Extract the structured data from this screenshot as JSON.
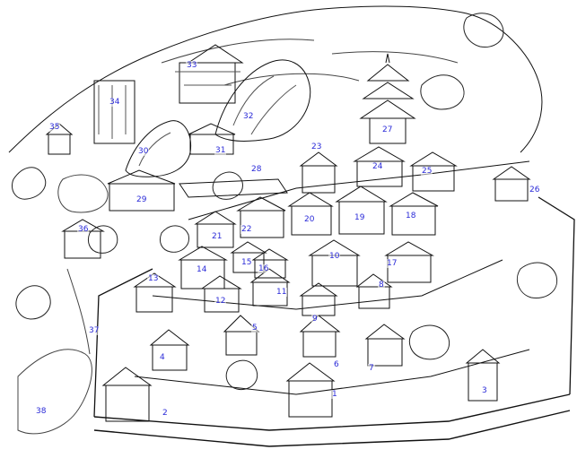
{
  "labels": {
    "l1": "1",
    "l2": "2",
    "l3": "3",
    "l4": "4",
    "l5": "5",
    "l6": "6",
    "l7": "7",
    "l8": "8",
    "l9": "9",
    "l10": "10",
    "l11": "11",
    "l12": "12",
    "l13": "13",
    "l14": "14",
    "l15": "15",
    "l16": "16",
    "l17": "17",
    "l18": "18",
    "l19": "19",
    "l20": "20",
    "l21": "21",
    "l22": "22",
    "l23": "23",
    "l24": "24",
    "l25": "25",
    "l26": "26",
    "l27": "27",
    "l28": "28",
    "l29": "29",
    "l30": "30",
    "l31": "31",
    "l32": "32",
    "l33": "33",
    "l34": "34",
    "l35": "35",
    "l36": "36",
    "l37": "37",
    "l38": "38"
  },
  "colors": {
    "ink": "#111111",
    "label": "#2a2ad8",
    "paper": "#ffffff"
  }
}
